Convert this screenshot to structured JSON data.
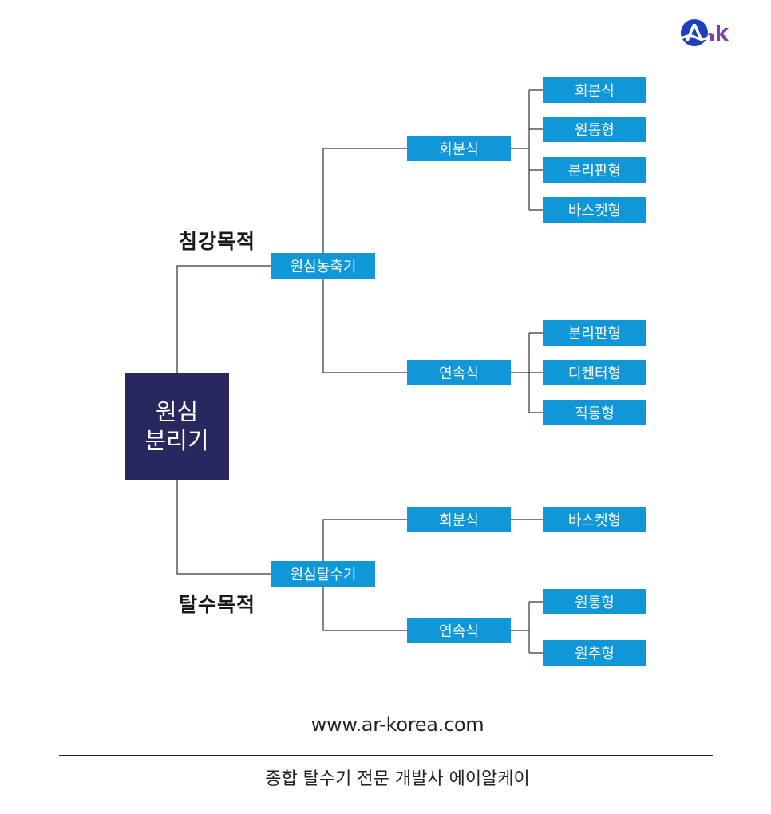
{
  "logo": {
    "text": "Ark",
    "icon": "ark-logo-icon",
    "color": "#1f3fbf"
  },
  "root": {
    "line1": "원심",
    "line2": "분리기"
  },
  "branches": [
    {
      "purpose": "침강목적",
      "category": "원심농축기",
      "groups": [
        {
          "label": "회분식",
          "leaves": [
            "회분식",
            "원통형",
            "분리판형",
            "바스켓형"
          ]
        },
        {
          "label": "연속식",
          "leaves": [
            "분리판형",
            "디켄터형",
            "직통형"
          ]
        }
      ]
    },
    {
      "purpose": "탈수목적",
      "category": "원심탈수기",
      "groups": [
        {
          "label": "회분식",
          "leaves": [
            "바스켓형"
          ]
        },
        {
          "label": "연속식",
          "leaves": [
            "원통형",
            "원추형"
          ]
        }
      ]
    }
  ],
  "footer": {
    "url": "www.ar-korea.com",
    "tagline": "종합 탈수기 전문 개발사 에이알케이"
  },
  "colors": {
    "root": "#28275e",
    "box": "#0f97d7",
    "line": "#333333"
  }
}
